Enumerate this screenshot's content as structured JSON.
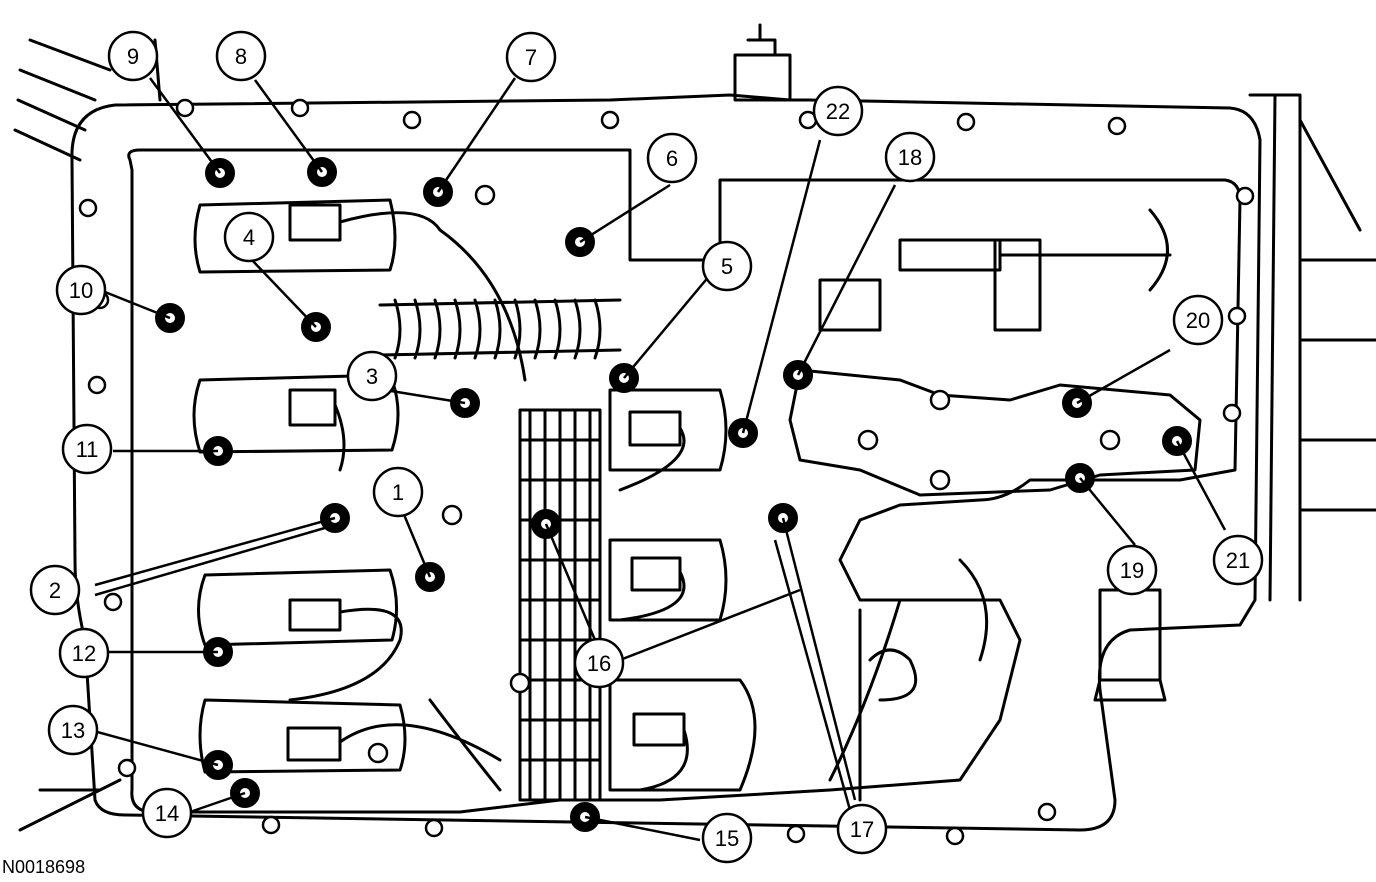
{
  "figure": {
    "id_label": "N0018698"
  },
  "callouts": [
    "1",
    "2",
    "3",
    "4",
    "5",
    "6",
    "7",
    "8",
    "9",
    "10",
    "11",
    "12",
    "13",
    "14",
    "15",
    "16",
    "17",
    "18",
    "19",
    "20",
    "21",
    "22"
  ]
}
